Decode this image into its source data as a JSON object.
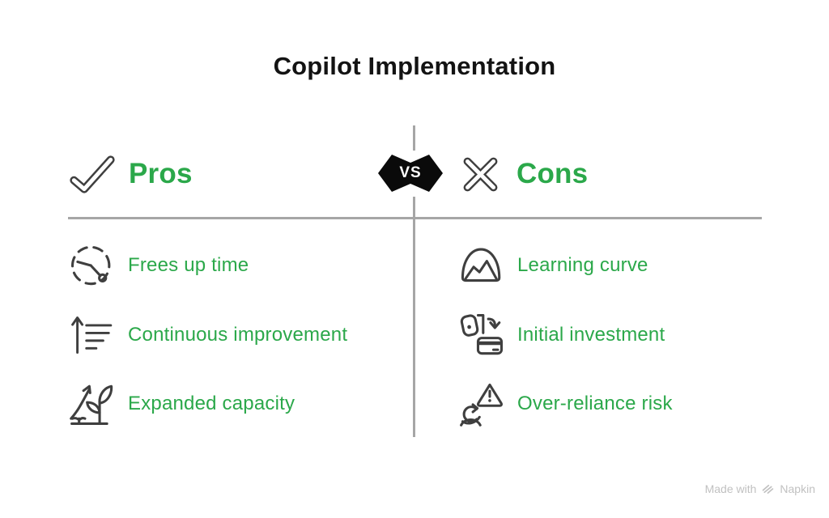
{
  "title": "Copilot Implementation",
  "vs_badge": {
    "label": "VS"
  },
  "pros": {
    "header": "Pros",
    "header_icon": "check-icon",
    "items": [
      {
        "label": "Frees up time",
        "icon": "clock-icon"
      },
      {
        "label": "Continuous improvement",
        "icon": "ascending-lines-icon"
      },
      {
        "label": "Expanded capacity",
        "icon": "plant-growth-icon"
      }
    ]
  },
  "cons": {
    "header": "Cons",
    "header_icon": "cross-icon",
    "items": [
      {
        "label": "Learning curve",
        "icon": "mountain-icon"
      },
      {
        "label": "Initial investment",
        "icon": "wallet-card-icon"
      },
      {
        "label": "Over-reliance risk",
        "icon": "person-warning-icon"
      }
    ]
  },
  "watermark": {
    "prefix": "Made with",
    "brand": "Napkin",
    "icon": "napkin-logo-icon"
  },
  "colors": {
    "accent_green": "#2BA84A",
    "icon_stroke": "#3F3F3F",
    "divider_gray": "#A6A6A6",
    "badge_black": "#0A0A0A",
    "badge_text": "#FFFFFF",
    "watermark_gray": "#C1C1C1",
    "title_black": "#131313"
  }
}
